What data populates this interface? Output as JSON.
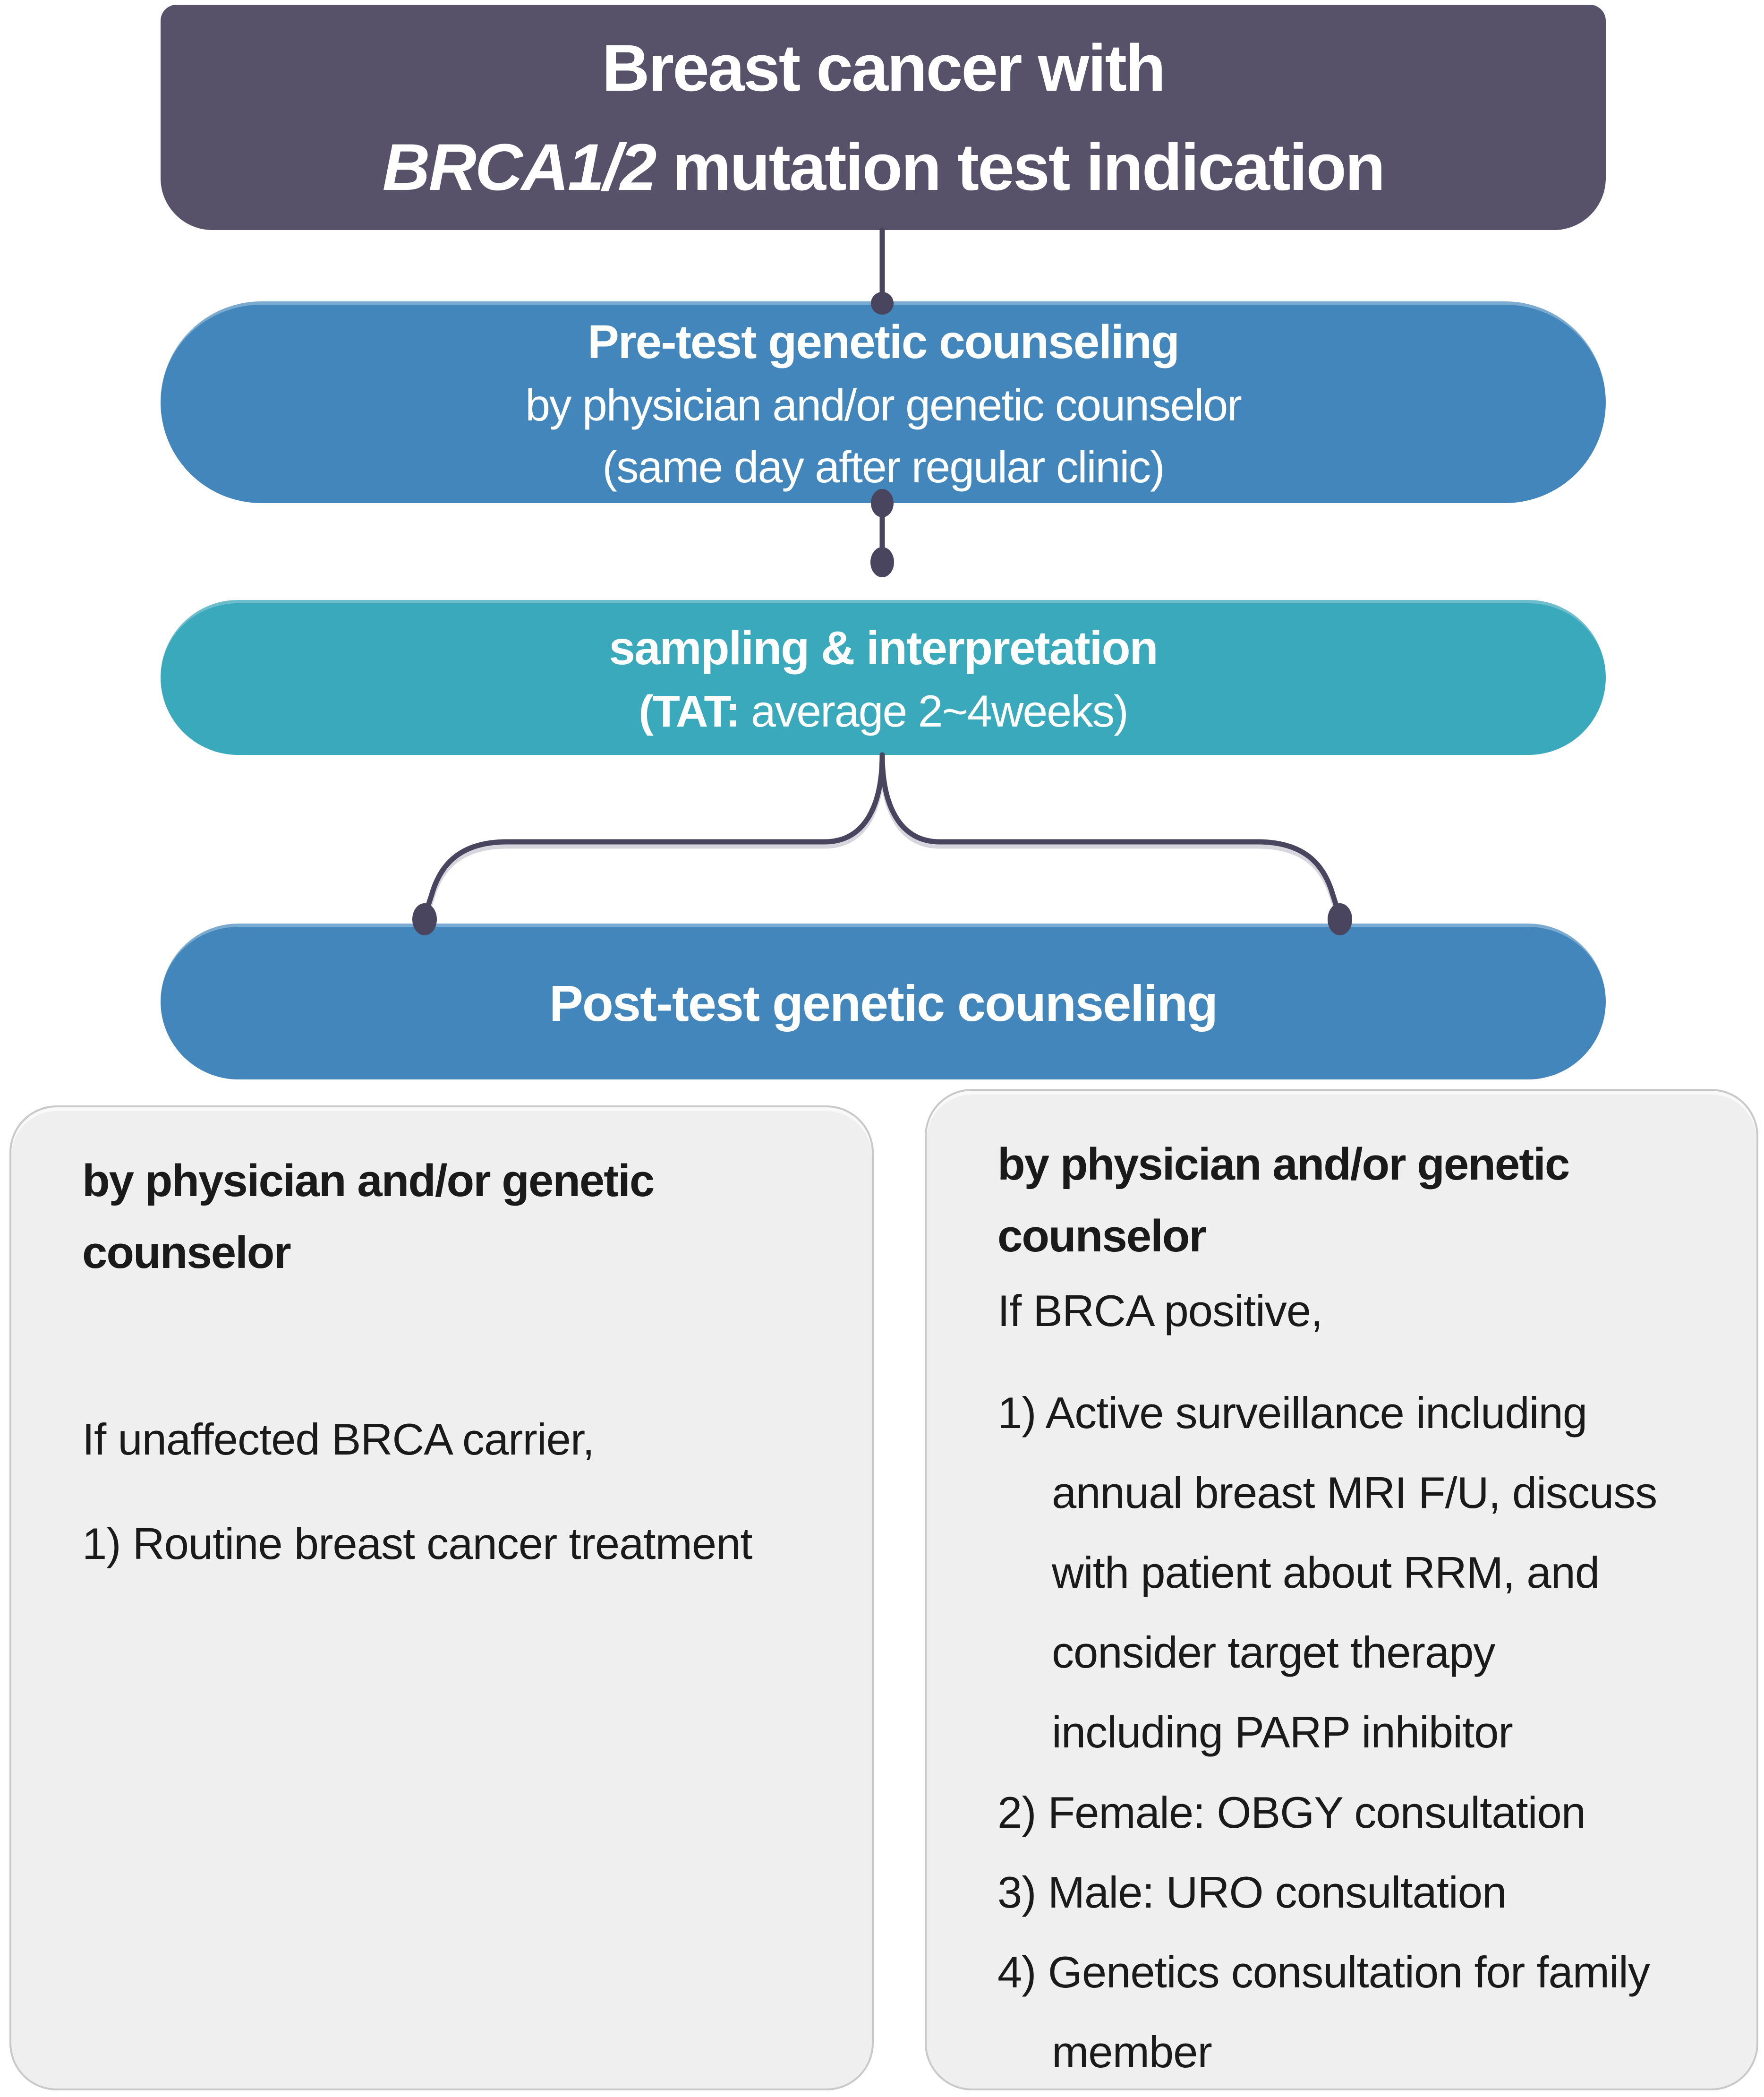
{
  "colors": {
    "title_bg": "#575169",
    "blue_bg": "#4386BC",
    "teal_bg": "#3BA9BC",
    "panel_bg": "#EFEFEF",
    "panel_border": "#C9C9C9",
    "connector": "#4A455E",
    "text_on_color": "#FFFFFF",
    "text_on_panel": "#1A1A1A"
  },
  "title": {
    "line1": "Breast cancer with",
    "line2_italic": "BRCA1/2",
    "line2_rest": " mutation test indication"
  },
  "pretest": {
    "heading": "Pre-test genetic counseling",
    "subline1": "by physician and/or genetic counselor",
    "subline2": "(same day after regular clinic)"
  },
  "sampling": {
    "heading": "sampling & interpretation",
    "tat_label": "(TAT:",
    "tat_rest": " average 2~4weeks)"
  },
  "posttest": {
    "heading": "Post-test genetic counseling"
  },
  "left_panel": {
    "heading_lines": [
      "by physician and/or genetic",
      "counselor"
    ],
    "condition": "If unaffected BRCA carrier,",
    "items": [
      [
        "1) Routine breast cancer treatment"
      ]
    ]
  },
  "right_panel": {
    "heading_lines": [
      "by physician and/or genetic",
      "counselor"
    ],
    "condition": "If BRCA positive,",
    "items": [
      [
        "1) Active surveillance including",
        "annual breast MRI F/U, discuss",
        "with patient about RRM, and",
        "consider target therapy",
        "including PARP inhibitor"
      ],
      [
        "2) Female: OBGY consultation"
      ],
      [
        "3) Male: URO consultation"
      ],
      [
        "4) Genetics consultation for family",
        "member"
      ]
    ]
  }
}
